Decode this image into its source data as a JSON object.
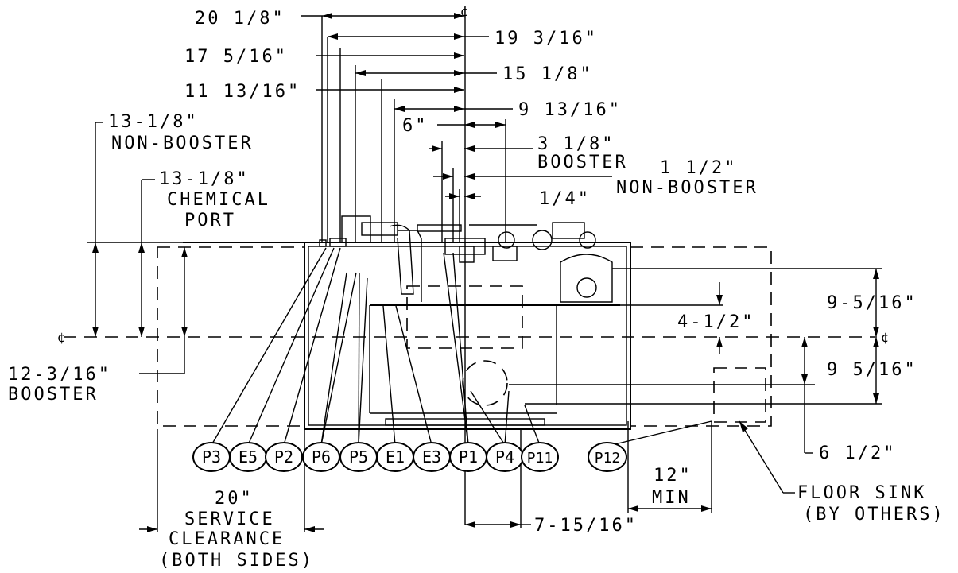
{
  "centerline_symbol": "¢",
  "dimensions": {
    "d1": "20 1/8\"",
    "d2": "19 3/16\"",
    "d3": "17 5/16\"",
    "d4": "15 1/8\"",
    "d5": "11 13/16\"",
    "d6": "9 13/16\"",
    "d7": "6\"",
    "d8_value": "3 1/8\"",
    "d8_note": "BOOSTER",
    "d9_value": "1 1/2\"",
    "d9_note": "NON-BOOSTER",
    "d10": "1/4\"",
    "left1_value": "13-1/8\"",
    "left1_note": "NON-BOOSTER",
    "left2_value": "13-1/8\"",
    "left2_note1": "CHEMICAL",
    "left2_note2": "PORT",
    "left3_value": "12-3/16\"",
    "left3_note": "BOOSTER",
    "right1": "9-5/16\"",
    "right2": "4-1/2\"",
    "right3": "9 5/16\"",
    "right4": "6 1/2\"",
    "bottom1": "7-15/16\"",
    "min_value": "12\"",
    "min_note": "MIN",
    "service_value": "20\"",
    "service_l1": "SERVICE",
    "service_l2": "CLEARANCE",
    "service_l3": "(BOTH SIDES)",
    "sink_l1": "FLOOR SINK",
    "sink_l2": "(BY OTHERS)"
  },
  "callouts": [
    "P3",
    "E5",
    "P2",
    "P6",
    "P5",
    "E1",
    "E3",
    "P1",
    "P4",
    "P11",
    "P12"
  ]
}
